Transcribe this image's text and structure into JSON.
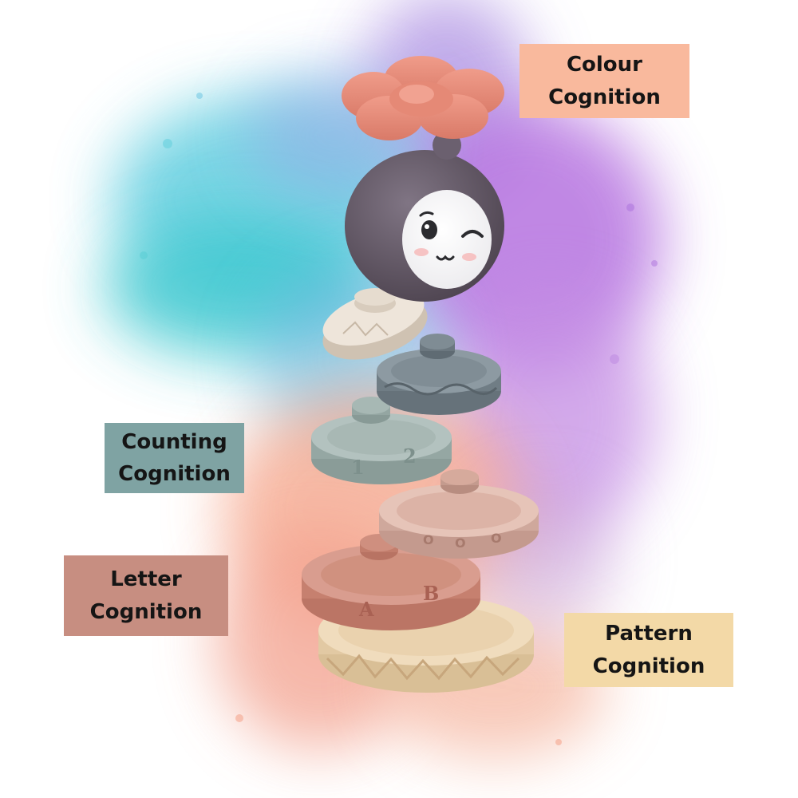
{
  "labels": {
    "colour": {
      "line1": "Colour",
      "line2": "Cognition",
      "bg": "#f9b99d"
    },
    "counting": {
      "line1": "Counting",
      "line2": "Cognition",
      "bg": "#7fa3a3"
    },
    "letter": {
      "line1": "Letter",
      "line2": "Cognition",
      "bg": "#c78e81"
    },
    "pattern": {
      "line1": "Pattern",
      "line2": "Cognition",
      "bg": "#f3d9a7"
    }
  },
  "toy": {
    "counting_digits": [
      "1",
      "2"
    ],
    "pattern_letters": [
      "O",
      "O",
      "O"
    ],
    "letter_disc_letters": [
      "A",
      "B"
    ]
  },
  "colors": {
    "flower": "#e88a78",
    "head": "#675c68",
    "disc_cream": "#e6dccf",
    "disc_grey": "#7d8a92",
    "disc_sage": "#a1b2ae",
    "disc_pink": "#dcb4a8",
    "disc_rose": "#d08f81",
    "base": "#e9d3b0"
  }
}
